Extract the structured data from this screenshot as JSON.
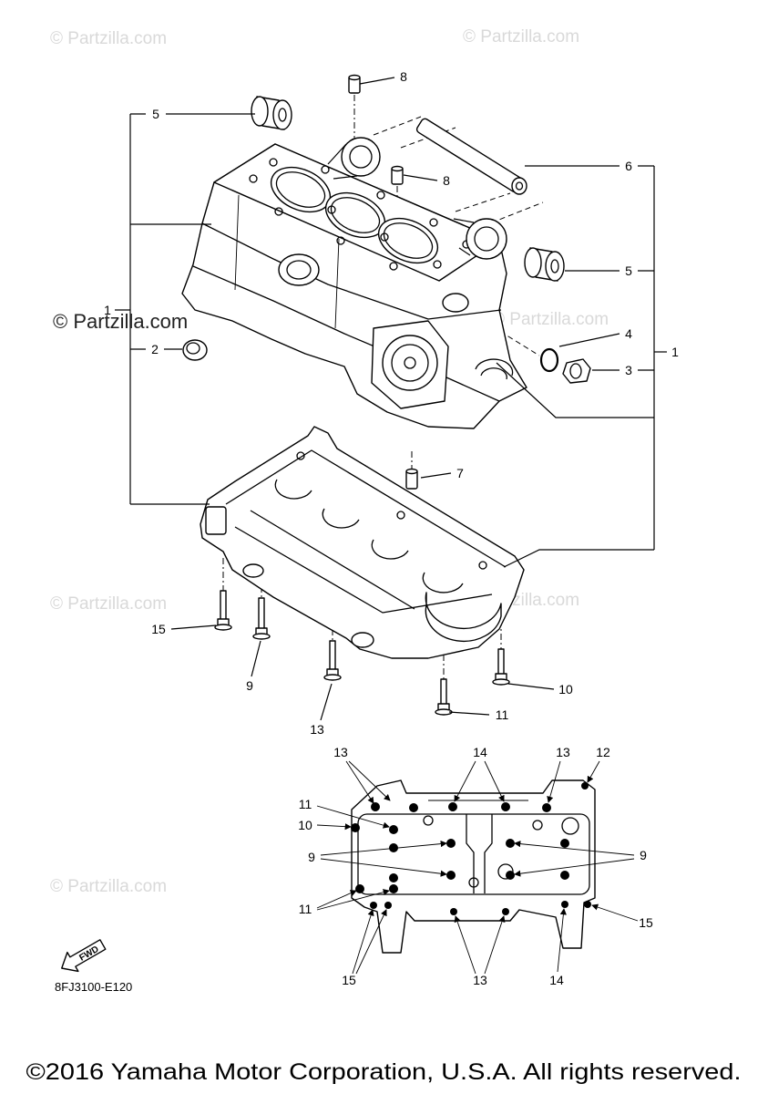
{
  "watermark_text": "© Partzilla.com",
  "callouts": [
    "8",
    "8",
    "5",
    "6",
    "5",
    "4",
    "3",
    "1",
    "1",
    "2",
    "7",
    "15",
    "9",
    "13",
    "11",
    "10",
    "13",
    "14",
    "13",
    "12",
    "11",
    "10",
    "9",
    "9",
    "11",
    "15",
    "15",
    "13",
    "14"
  ],
  "fwd_label": "FWD",
  "diagram_code": "8FJ3100-E120",
  "copyright": "©2016 Yamaha Motor Corporation, U.S.A. All rights reserved."
}
